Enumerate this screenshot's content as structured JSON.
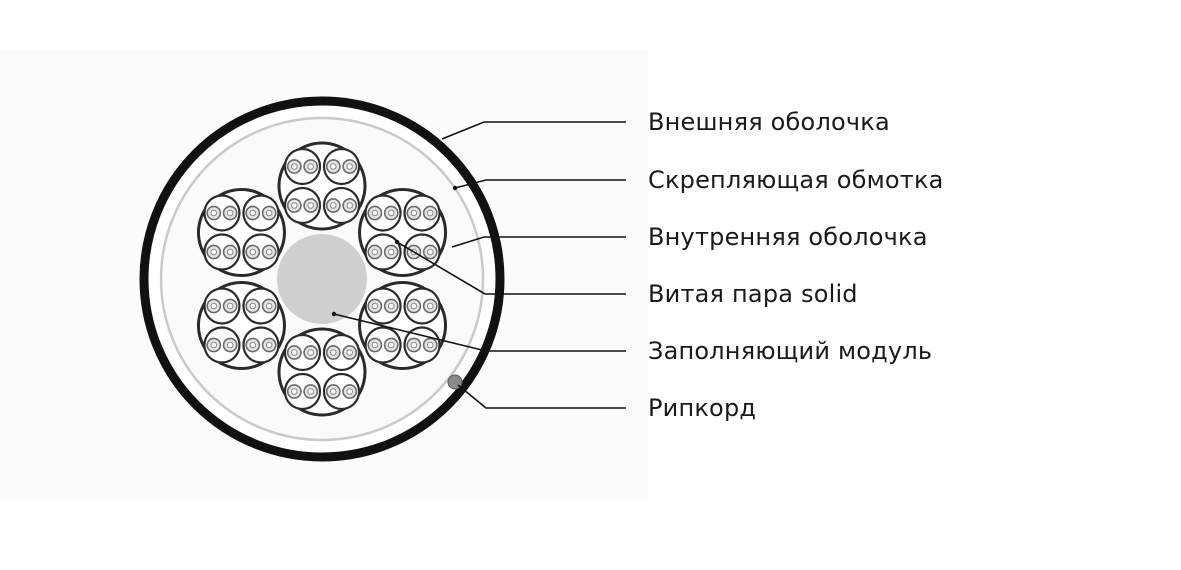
{
  "colors": {
    "outer_jacket": "#111111",
    "binder_tape": "#c9c9c9",
    "filler": "#cfcfcf",
    "ripcord": "#8a8a8a",
    "wire": "#2a2a2a",
    "leader": "#111111",
    "background": "#ffffff"
  },
  "labels": {
    "outer_jacket": "Внешняя оболочка",
    "binder_tape": "Скрепляющая обмотка",
    "inner_jacket": "Внутренняя оболочка",
    "twisted_pair": "Витая пара solid",
    "filler_module": "Заполняющий модуль",
    "ripcord": "Рипкорд"
  }
}
